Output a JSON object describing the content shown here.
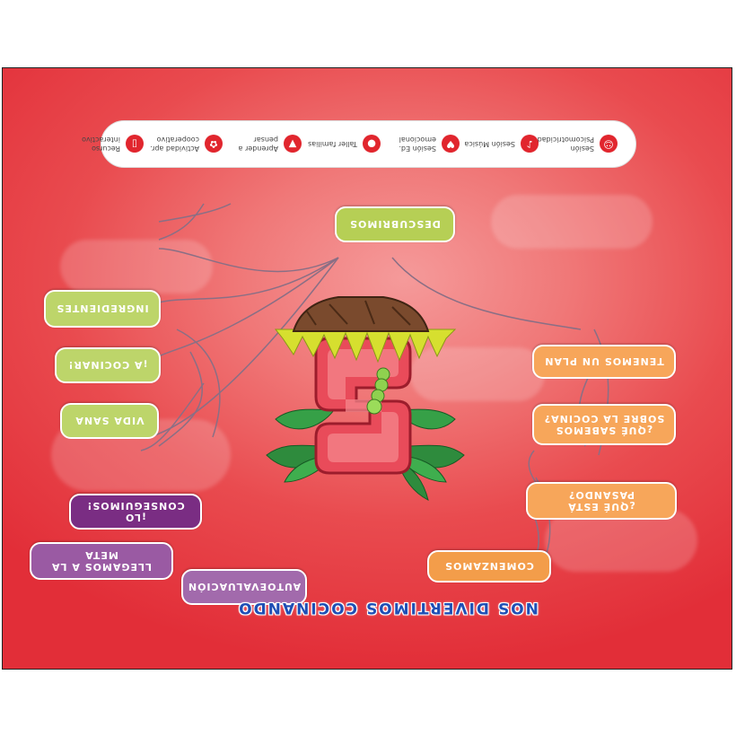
{
  "title": "NOS DIVERTIMOS COCINANDO",
  "nodes": {
    "comenzamos": "COMENZAMOS",
    "que_esta_pasando": "¿QUÉ ESTÁ PASANDO?",
    "que_sabemos": "¿QUÉ SABEMOS SOBRE LA COCINA?",
    "tenemos_un_plan": "TENEMOS UN PLAN",
    "descubrimos": "DESCUBRIMOS",
    "ingredientes": "INGREDIENTES",
    "a_cocinar": "¡A COCINAR!",
    "vida_sana": "VIDA SANA",
    "lo_conseguimos": "¡LO CONSEGUIMOS!",
    "llegamos_a_la_meta": "LLEGAMOS A LA META",
    "autoevaluacion": "AUTOEVALUACIÓN"
  },
  "legend": [
    {
      "label": "Sesión Psicomotricidad",
      "icon": "psychomotor-icon"
    },
    {
      "label": "Sesión Música",
      "icon": "music-icon"
    },
    {
      "label": "Sesión Ed. emocional",
      "icon": "heart-icon"
    },
    {
      "label": "Taller familias",
      "icon": "family-icon"
    },
    {
      "label": "Aprender a pensar",
      "icon": "drop-icon"
    },
    {
      "label": "Actividad apr. cooperativo",
      "icon": "cooperative-icon"
    },
    {
      "label": "Recurso interactivo",
      "icon": "tablet-icon"
    }
  ],
  "colors": {
    "background": "#e94b4f",
    "orange": "#f7a65a",
    "green": "#b6cf55",
    "purple": "#7a2d83",
    "lilac": "#9a5aa3",
    "title": "#1f4fb5",
    "legend_icon": "#e1262e"
  },
  "mascot_letter": "S"
}
